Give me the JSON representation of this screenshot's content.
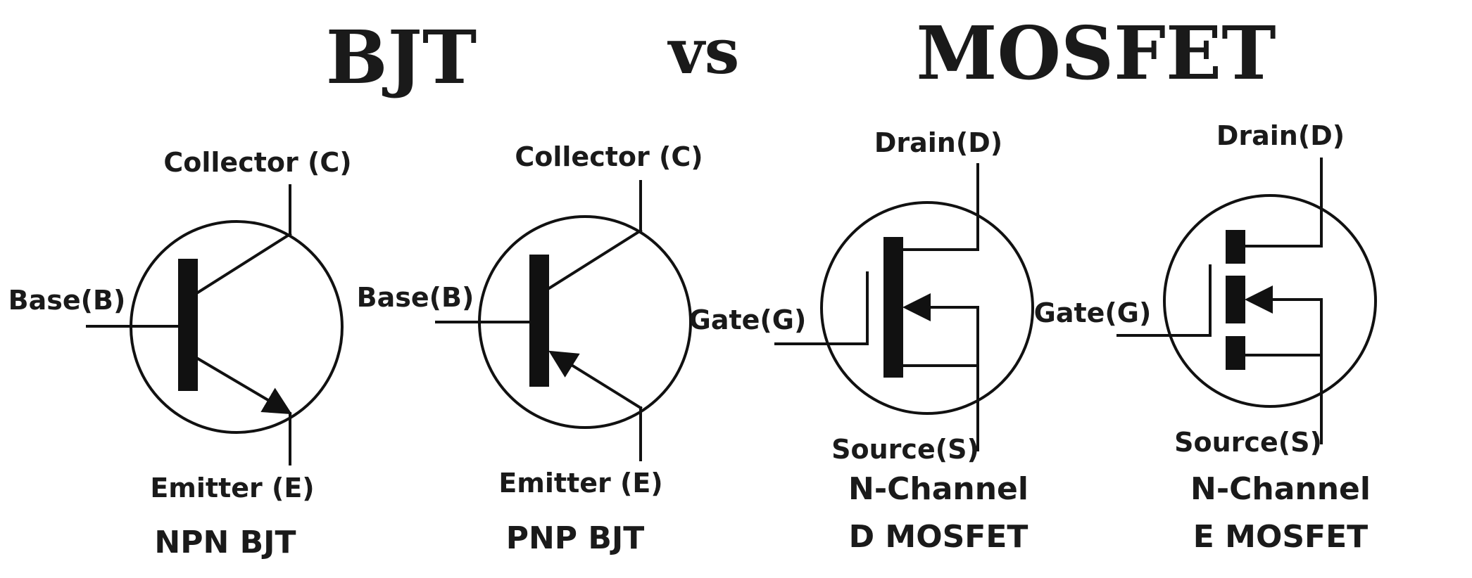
{
  "header": {
    "left_title": "BJT",
    "middle_title": "vs",
    "right_title": "MOSFET"
  },
  "npn": {
    "collector": "Collector (C)",
    "base": "Base(B)",
    "emitter": "Emitter (E)",
    "caption": "NPN BJT"
  },
  "pnp": {
    "collector": "Collector (C)",
    "base": "Base(B)",
    "emitter": "Emitter (E)",
    "caption": "PNP BJT"
  },
  "dmos": {
    "drain": "Drain(D)",
    "gate": "Gate(G)",
    "source": "Source(S)",
    "caption_line1": "N-Channel",
    "caption_line2": "D MOSFET"
  },
  "emos": {
    "drain": "Drain(D)",
    "gate": "Gate(G)",
    "source": "Source(S)",
    "caption_line1": "N-Channel",
    "caption_line2": "E MOSFET"
  }
}
